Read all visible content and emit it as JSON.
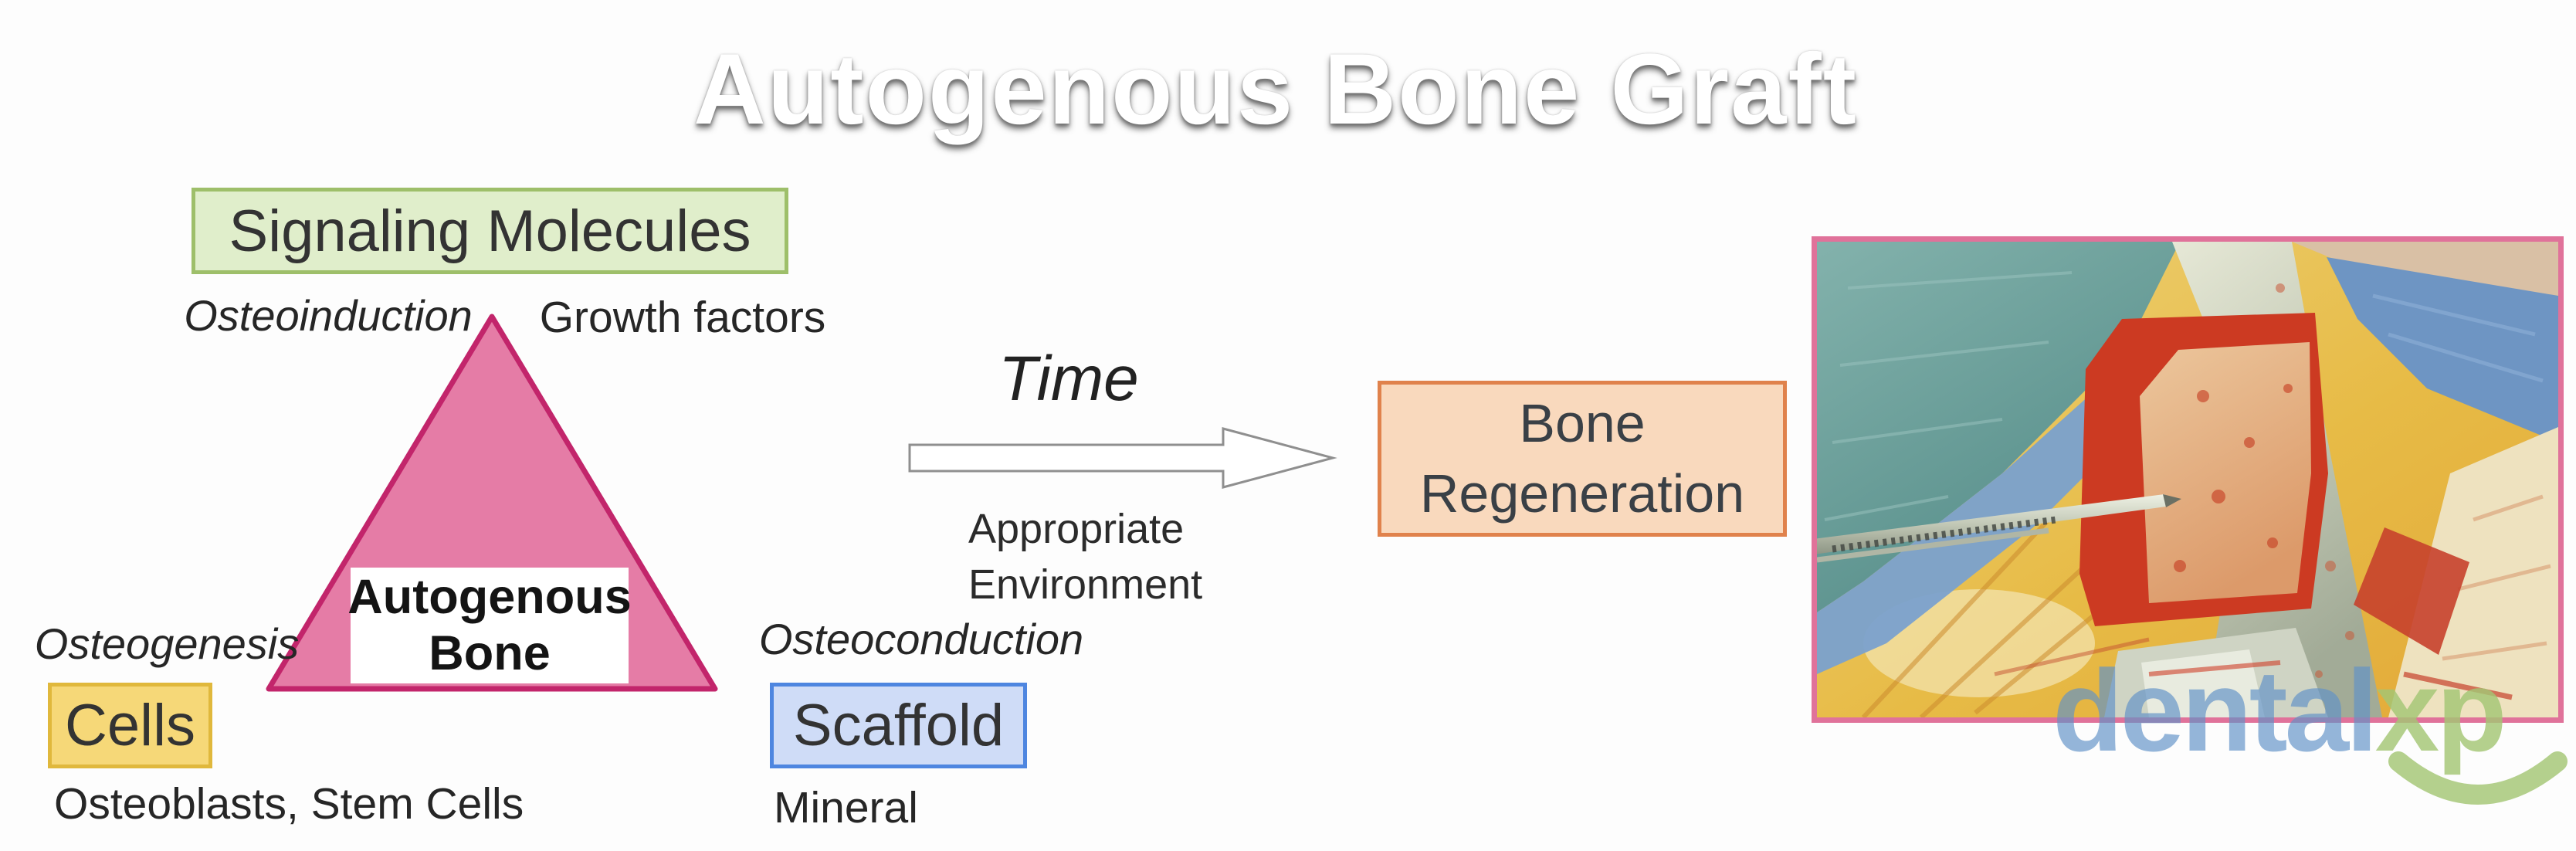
{
  "title": "Autogenous Bone Graft",
  "triangle": {
    "center_line1": "Autogenous",
    "center_line2": "Bone"
  },
  "vertices": {
    "signaling": {
      "label": "Signaling Molecules",
      "process": "Osteoinduction",
      "detail": "Growth factors"
    },
    "cells": {
      "label": "Cells",
      "process": "Osteogenesis",
      "detail": "Osteoblasts, Stem Cells"
    },
    "scaffold": {
      "label": "Scaffold",
      "process": "Osteoconduction",
      "detail": "Mineral"
    }
  },
  "flow": {
    "time_label": "Time",
    "condition_line1": "Appropriate",
    "condition_line2": "Environment"
  },
  "result": {
    "line1": "Bone",
    "line2": "Regeneration"
  },
  "watermark": {
    "brand_part1": "dental",
    "brand_part2": "xp"
  },
  "colors": {
    "signaling_fill": "#e0eecb",
    "signaling_border": "#9ebf6a",
    "cells_fill": "#f6d878",
    "cells_border": "#e0b83c",
    "scaffold_fill": "#cfdcf7",
    "scaffold_border": "#4e86e0",
    "result_fill": "#f9d9bd",
    "result_border": "#e0824c",
    "triangle_fill": "#e57ca6",
    "triangle_border": "#c2256b",
    "photo_border": "#e0729a",
    "title_color": "#ffffff",
    "watermark_blue": "#6292c7",
    "watermark_green": "#a4c674"
  }
}
